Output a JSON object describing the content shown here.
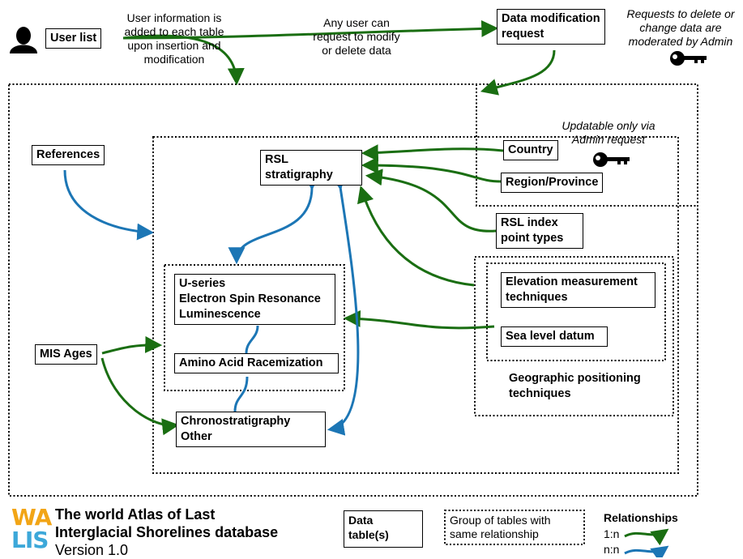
{
  "tables": {
    "user_list": "User list",
    "data_modification_request": [
      "Data modification",
      "request"
    ],
    "references": "References",
    "rsl_stratigraphy": [
      "RSL",
      "stratigraphy"
    ],
    "country": "Country",
    "region_province": "Region/Province",
    "rsl_index_point_types": [
      "RSL index",
      "point types"
    ],
    "elevation_measurement_techniques": [
      "Elevation measurement",
      "techniques"
    ],
    "sea_level_datum": "Sea level datum",
    "geographic_positioning_techniques": [
      "Geographic positioning",
      "techniques"
    ],
    "dating_methods": [
      "U-series",
      "Electron Spin Resonance",
      "Luminescence"
    ],
    "amino_acid_racemization": "Amino Acid Racemization",
    "mis_ages": "MIS Ages",
    "chronostratigraphy_other": [
      "Chronostratigraphy",
      "Other"
    ]
  },
  "notes": {
    "user_info": [
      "User information is",
      "added to each table",
      "upon insertion and",
      "modification"
    ],
    "any_user": [
      "Any user can",
      "request to modify",
      "or delete data"
    ],
    "moderation": [
      "Requests to delete or",
      "change data are",
      "moderated by Admin"
    ],
    "updatable": [
      "Updatable only via",
      "Admin request"
    ]
  },
  "footer": {
    "logo_top": "WA",
    "logo_bottom": "LIS",
    "title": [
      "The world Atlas of Last",
      "Interglacial Shorelines database"
    ],
    "version": "Version 1.0"
  },
  "legend": {
    "data_tables": [
      "Data",
      "table(s)"
    ],
    "group": [
      "Group of tables with",
      "same relationship"
    ],
    "relationships_title": "Relationships",
    "one_to_n": "1:n",
    "n_to_n": "n:n"
  },
  "colors": {
    "one_to_n": "#1a6e12",
    "n_to_n": "#1c76b5",
    "group_border": "#000000"
  },
  "icons": [
    "user-icon",
    "key-icon",
    "key-icon"
  ]
}
